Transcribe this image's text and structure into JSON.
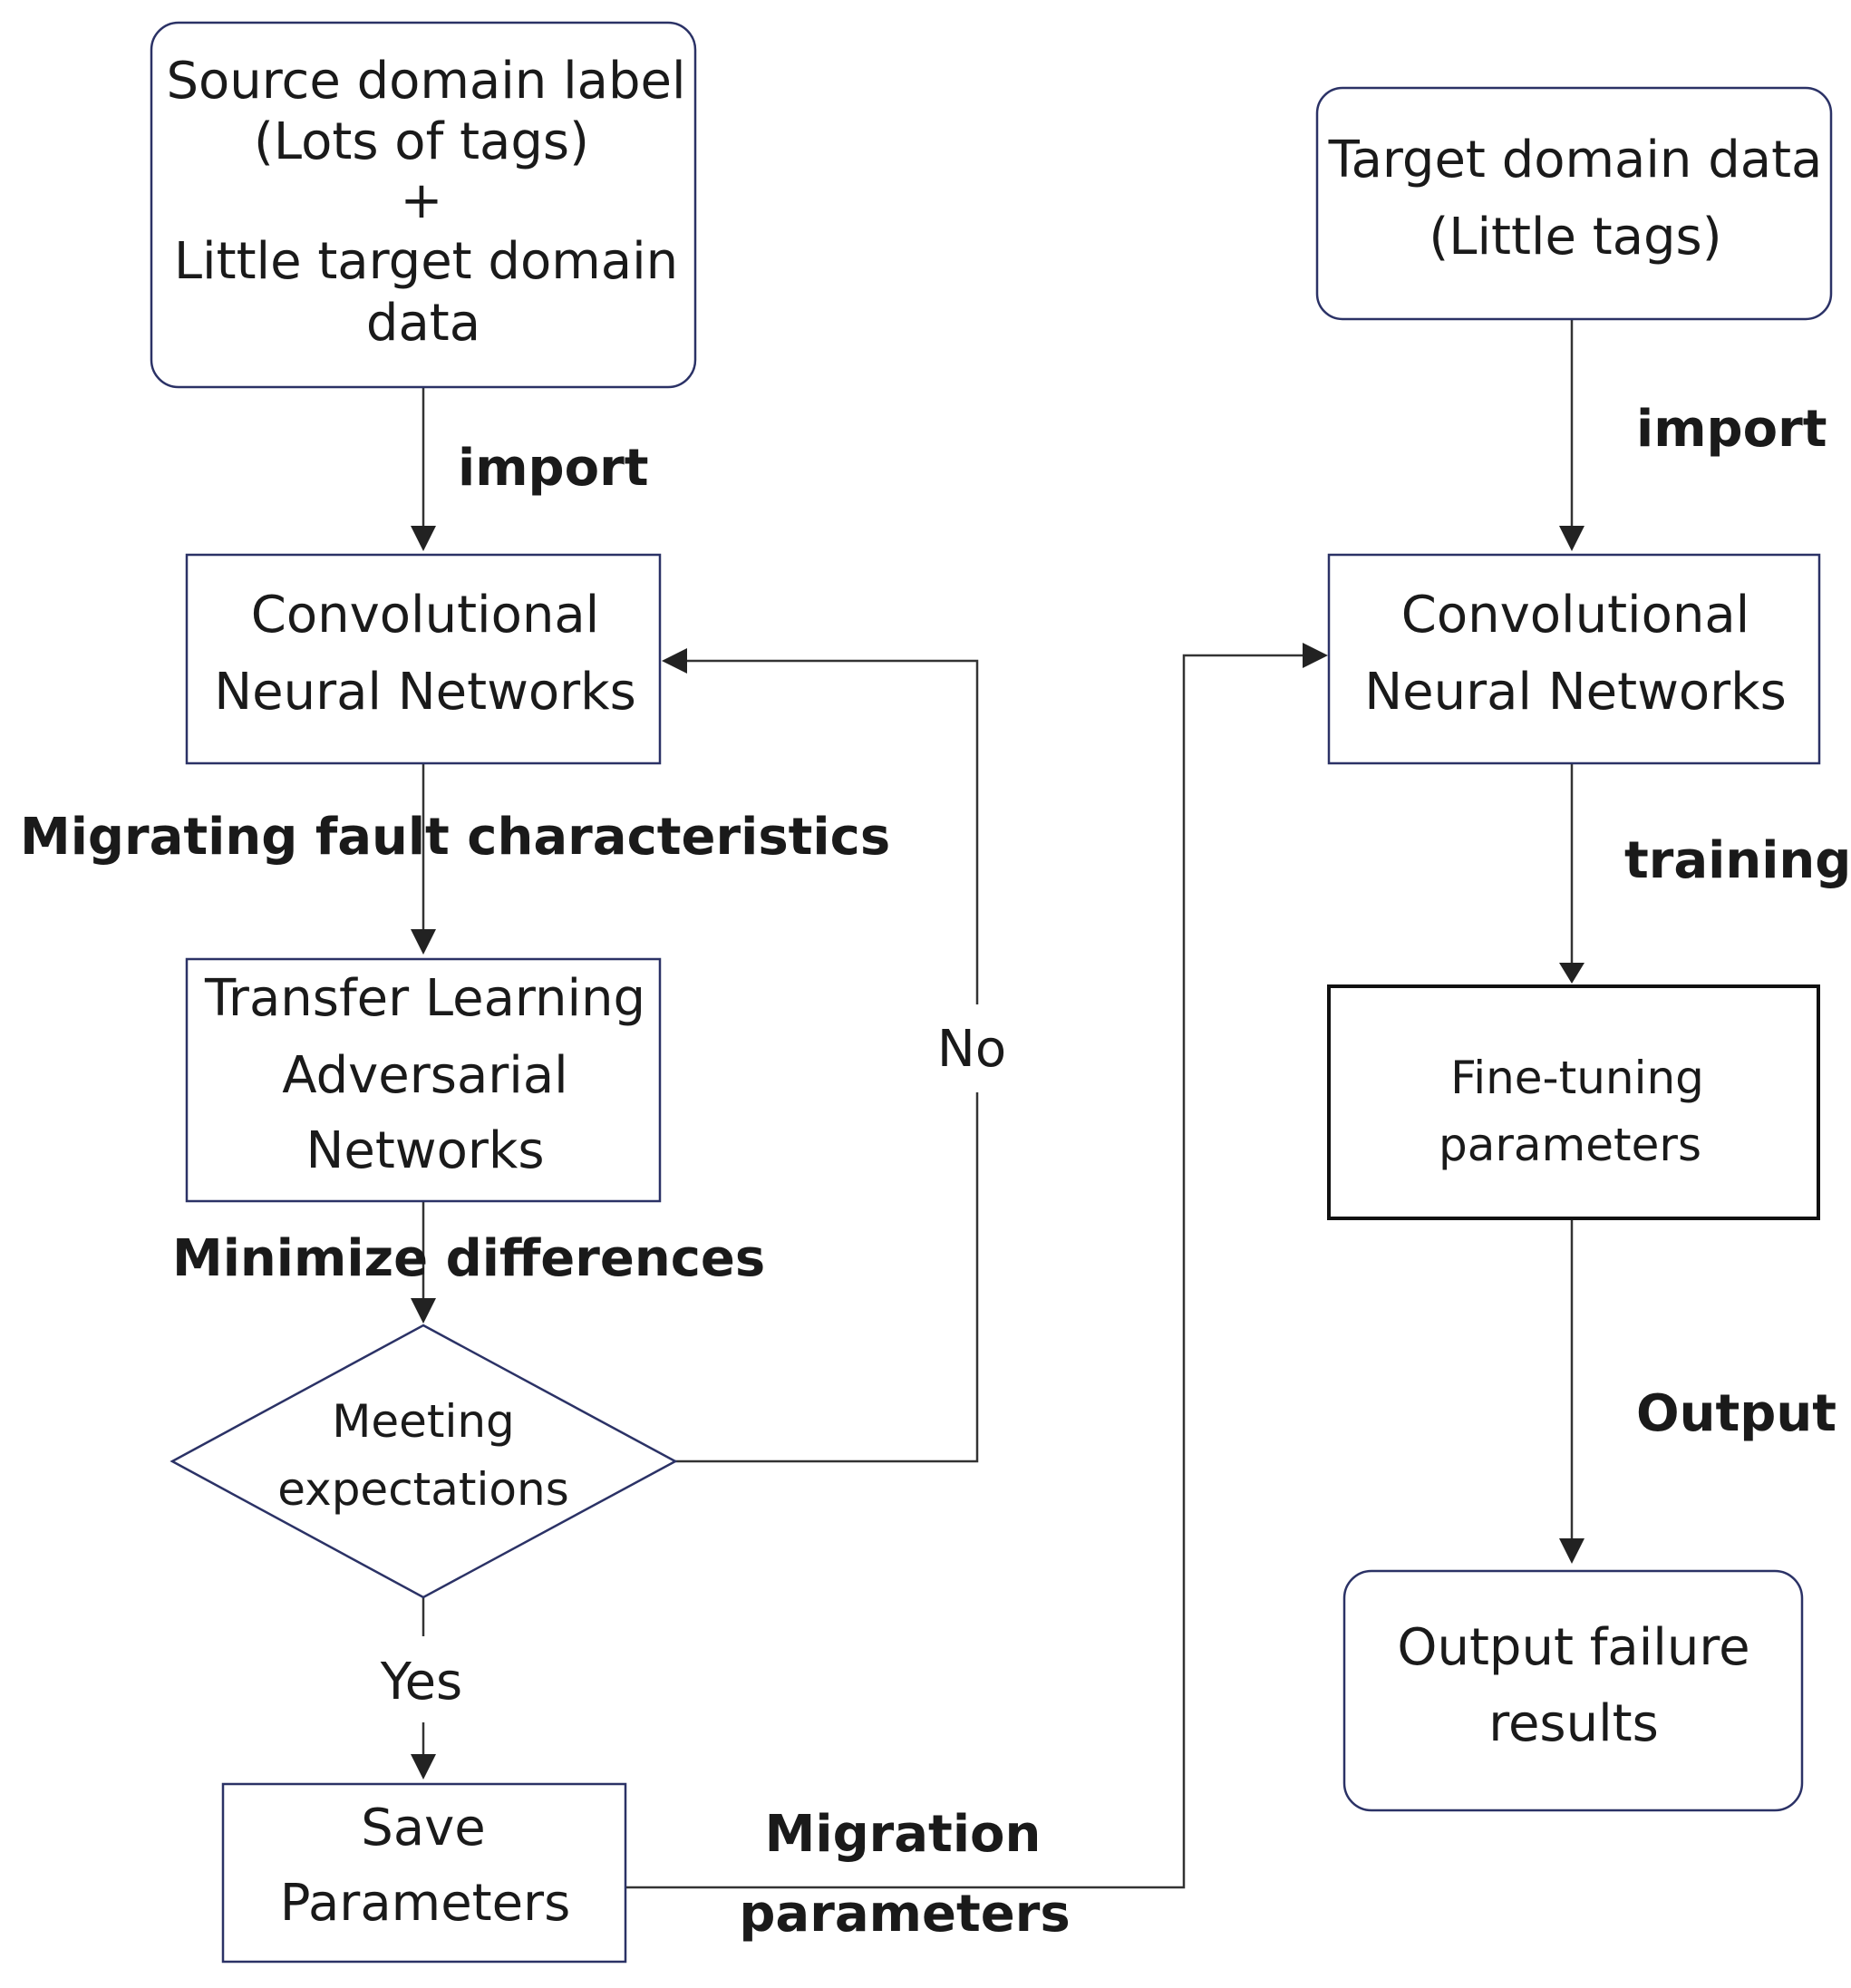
{
  "nodes": {
    "source_domain": {
      "lines": [
        "Source domain label",
        "(Lots of tags)",
        "+",
        "Little target domain",
        "data"
      ]
    },
    "cnn_left": {
      "lines": [
        "Convolutional",
        "Neural Networks"
      ]
    },
    "transfer_learning": {
      "lines": [
        "Transfer Learning",
        "Adversarial",
        "Networks"
      ]
    },
    "meeting_expectations": {
      "lines": [
        "Meeting",
        "expectations"
      ]
    },
    "save_parameters": {
      "lines": [
        "Save",
        "Parameters"
      ]
    },
    "target_domain": {
      "lines": [
        "Target domain data",
        "(Little tags)"
      ]
    },
    "cnn_right": {
      "lines": [
        "Convolutional",
        "Neural Networks"
      ]
    },
    "fine_tuning": {
      "lines": [
        "Fine-tuning",
        "parameters"
      ]
    },
    "output_failure": {
      "lines": [
        "Output failure",
        "results"
      ]
    }
  },
  "edges": {
    "import_left": "import",
    "migrating": "Migrating fault characteristics",
    "minimize": "Minimize differences",
    "no": "No",
    "yes": "Yes",
    "migration_params_1": "Migration",
    "migration_params_2": "parameters",
    "import_right": "import",
    "training": "training",
    "output": "Output"
  }
}
